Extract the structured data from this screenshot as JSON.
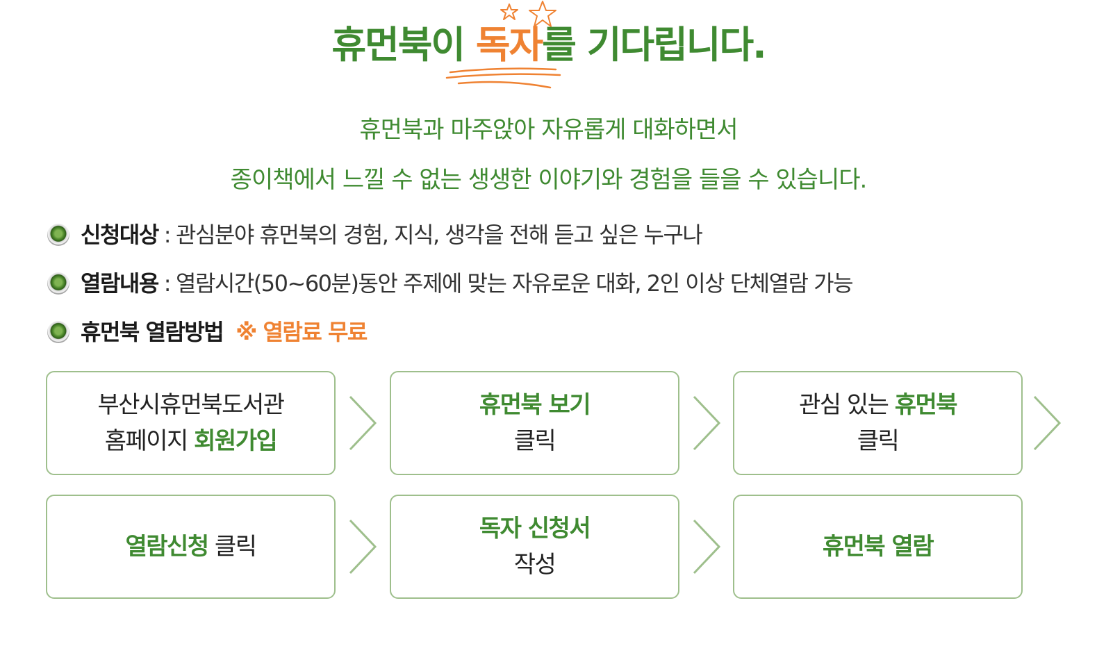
{
  "title": {
    "part1": "휴먼북이 ",
    "highlight": "독자",
    "part2": "를 기다립니다."
  },
  "intro": {
    "line1": "휴먼북과 마주앉아 자유롭게 대화하면서",
    "line2": "종이책에서 느낄 수 없는 생생한 이야기와 경험을 들을 수 있습니다."
  },
  "info": {
    "target": {
      "label": "신청대상",
      "separator": ":",
      "text": "관심분야 휴먼북의 경험, 지식, 생각을 전해 듣고 싶은 누구나"
    },
    "content": {
      "label": "열람내용",
      "separator": ":",
      "text": "열람시간(50~60분)동안 주제에 맞는 자유로운 대화, 2인 이상 단체열람 가능"
    },
    "method": {
      "label": "휴먼북 열람방법",
      "free_note": "※ 열람료 무료"
    }
  },
  "steps": [
    {
      "line1": "부산시휴먼북도서관",
      "line2_normal": "홈페이지 ",
      "line2_highlight": "회원가입"
    },
    {
      "line1_highlight": "휴먼북 보기",
      "line2": "클릭"
    },
    {
      "line1_normal": "관심 있는 ",
      "line1_highlight": "휴먼북",
      "line2": "클릭"
    },
    {
      "line1_highlight": "열람신청",
      "line1_normal": " 클릭"
    },
    {
      "line1_highlight": "독자 신청서",
      "line2": "작성"
    },
    {
      "line1_highlight": "휴먼북 열람"
    }
  ],
  "colors": {
    "green": "#3f8a31",
    "orange": "#ef8232",
    "box_border": "#9ebf8c",
    "text": "#222222"
  }
}
